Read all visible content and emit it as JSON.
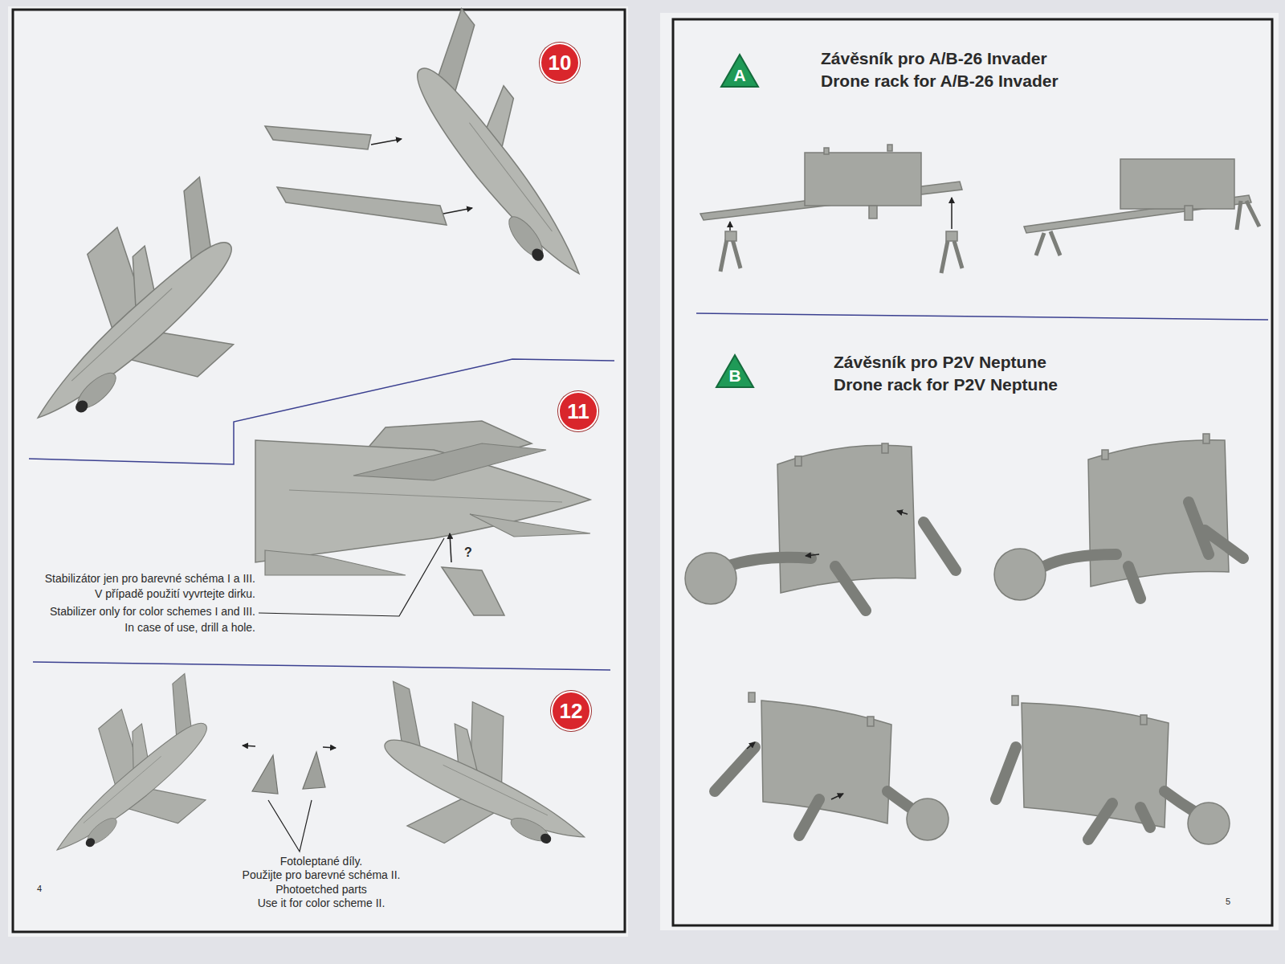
{
  "diagram": {
    "nodes": [
      {
        "text": [
          "10"
        ]
      },
      {
        "text": [
          "11"
        ]
      },
      {
        "text": [
          "12"
        ]
      },
      {
        "text": [
          "A"
        ]
      },
      {
        "text": [
          "B"
        ]
      }
    ],
    "labels": [
      "Stabilizátor jen pro barevné schéma I a III.",
      "V případě použití vyvrtejte dirku.",
      "Stabilizer only for color schemes I and III.",
      "In case of use, drill a hole.",
      "?",
      "Fotoleptané díly.",
      "Použijte pro barevné schéma II.",
      "Photoetched parts",
      "Use it for color scheme II.",
      "4",
      "Závěsník pro A/B-26 Invader",
      "Drone rack for A/B-26 Invader",
      "Závěsník pro P2V Neptune",
      "Drone rack for P2V Neptune",
      "5"
    ]
  }
}
